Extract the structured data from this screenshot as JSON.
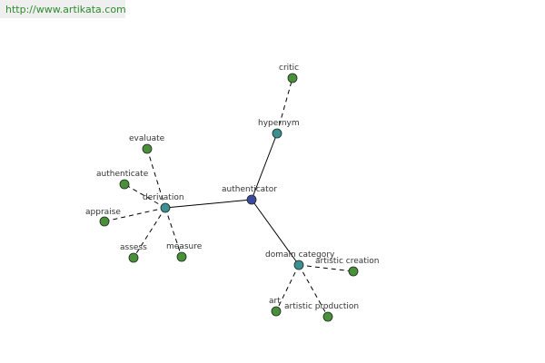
{
  "banner": {
    "url": "http://www.artikata.com"
  },
  "colors": {
    "center": "#3b4aa0",
    "hub": "#3c8f92",
    "leaf": "#4a8f3a",
    "edge": "#000000",
    "label": "#333333"
  },
  "nodes": [
    {
      "id": "authenticator",
      "label": "authenticator",
      "kind": "center"
    },
    {
      "id": "hypernym",
      "label": "hypernym",
      "kind": "hub"
    },
    {
      "id": "derivation",
      "label": "derivation",
      "kind": "hub"
    },
    {
      "id": "domain_category",
      "label": "domain category",
      "kind": "hub"
    },
    {
      "id": "critic",
      "label": "critic",
      "kind": "leaf"
    },
    {
      "id": "evaluate",
      "label": "evaluate",
      "kind": "leaf"
    },
    {
      "id": "authenticate",
      "label": "authenticate",
      "kind": "leaf"
    },
    {
      "id": "appraise",
      "label": "appraise",
      "kind": "leaf"
    },
    {
      "id": "assess",
      "label": "assess",
      "kind": "leaf"
    },
    {
      "id": "measure",
      "label": "measure",
      "kind": "leaf"
    },
    {
      "id": "artistic_creation",
      "label": "artistic creation",
      "kind": "leaf"
    },
    {
      "id": "art",
      "label": "art",
      "kind": "leaf"
    },
    {
      "id": "artistic_production",
      "label": "artistic production",
      "kind": "leaf"
    }
  ],
  "edges": [
    {
      "from": "authenticator",
      "to": "hypernym",
      "style": "solid"
    },
    {
      "from": "authenticator",
      "to": "derivation",
      "style": "solid"
    },
    {
      "from": "authenticator",
      "to": "domain_category",
      "style": "solid"
    },
    {
      "from": "hypernym",
      "to": "critic",
      "style": "dashed"
    },
    {
      "from": "derivation",
      "to": "evaluate",
      "style": "dashed"
    },
    {
      "from": "derivation",
      "to": "authenticate",
      "style": "dashed"
    },
    {
      "from": "derivation",
      "to": "appraise",
      "style": "dashed"
    },
    {
      "from": "derivation",
      "to": "assess",
      "style": "dashed"
    },
    {
      "from": "derivation",
      "to": "measure",
      "style": "dashed"
    },
    {
      "from": "domain_category",
      "to": "artistic_creation",
      "style": "dashed"
    },
    {
      "from": "domain_category",
      "to": "art",
      "style": "dashed"
    },
    {
      "from": "domain_category",
      "to": "artistic_production",
      "style": "dashed"
    }
  ]
}
